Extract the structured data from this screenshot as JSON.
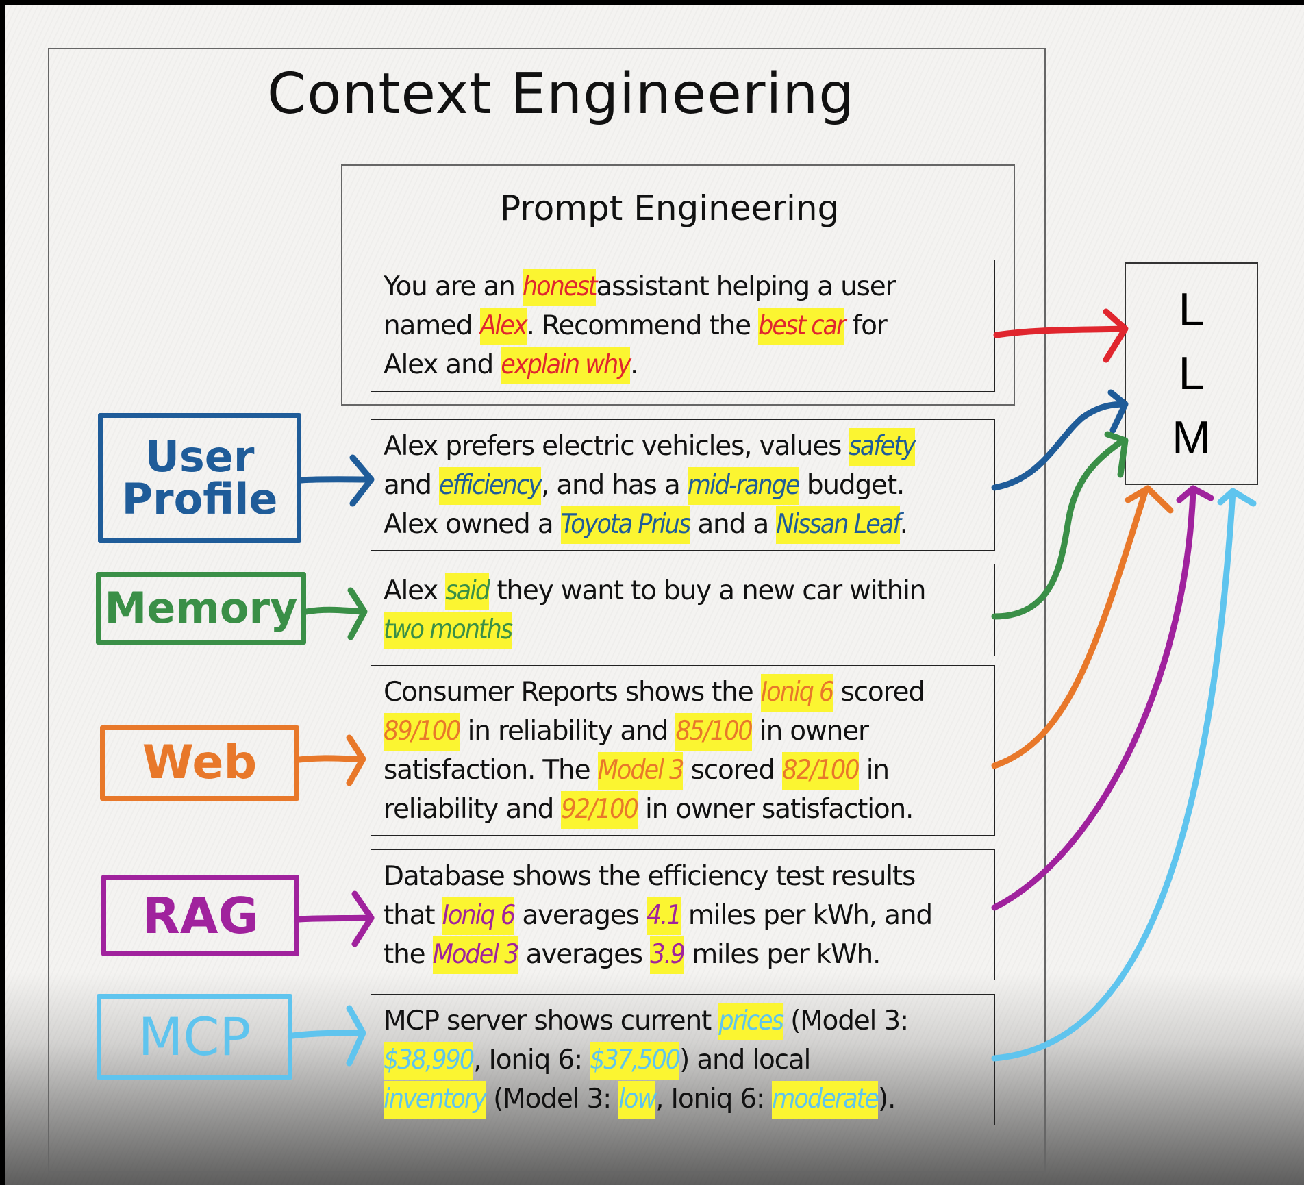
{
  "title": "Context Engineering",
  "prompt_section": {
    "title": "Prompt Engineering",
    "segments": [
      {
        "t": "You are an "
      },
      {
        "t": "honest",
        "hl": true
      },
      {
        "t": "assistant helping a user"
      },
      {
        "br": true
      },
      {
        "t": "named "
      },
      {
        "t": "Alex",
        "hl": true
      },
      {
        "t": ". Recommend the "
      },
      {
        "t": "best car",
        "hl": true
      },
      {
        "t": " for"
      },
      {
        "br": true
      },
      {
        "t": "Alex and "
      },
      {
        "t": "explain why",
        "hl": true
      },
      {
        "t": "."
      }
    ]
  },
  "llm": {
    "letters": [
      "L",
      "L",
      "M"
    ]
  },
  "sources": [
    {
      "label": "User Profile",
      "color": "#1f5c99",
      "segments": [
        {
          "t": "Alex prefers electric vehicles, values "
        },
        {
          "t": "safety",
          "hl": true
        },
        {
          "br": true
        },
        {
          "t": "and "
        },
        {
          "t": "efficiency",
          "hl": true
        },
        {
          "t": ", and has a "
        },
        {
          "t": "mid-range",
          "hl": true
        },
        {
          "t": " budget."
        },
        {
          "br": true
        },
        {
          "t": "Alex owned a "
        },
        {
          "t": "Toyota Prius",
          "hl": true
        },
        {
          "t": " and a "
        },
        {
          "t": "Nissan Leaf",
          "hl": true
        },
        {
          "t": "."
        }
      ]
    },
    {
      "label": "Memory",
      "color": "#3a8f47",
      "segments": [
        {
          "t": "Alex "
        },
        {
          "t": "said",
          "hl": true
        },
        {
          "t": " they want to buy a new car within"
        },
        {
          "br": true
        },
        {
          "t": "two months",
          "hl": true
        }
      ]
    },
    {
      "label": "Web",
      "color": "#e8782a",
      "segments": [
        {
          "t": "Consumer Reports shows the "
        },
        {
          "t": "Ioniq 6",
          "hl": true
        },
        {
          "t": " scored"
        },
        {
          "br": true
        },
        {
          "t": "89/100",
          "hl": true
        },
        {
          "t": " in reliability and "
        },
        {
          "t": "85/100",
          "hl": true
        },
        {
          "t": " in owner"
        },
        {
          "br": true
        },
        {
          "t": "satisfaction. The "
        },
        {
          "t": "Model 3",
          "hl": true
        },
        {
          "t": " scored "
        },
        {
          "t": "82/100",
          "hl": true
        },
        {
          "t": " in"
        },
        {
          "br": true
        },
        {
          "t": "reliability and "
        },
        {
          "t": "92/100",
          "hl": true
        },
        {
          "t": " in owner satisfaction."
        }
      ]
    },
    {
      "label": "RAG",
      "color": "#a0229d",
      "segments": [
        {
          "t": "Database shows the efficiency test results"
        },
        {
          "br": true
        },
        {
          "t": "that "
        },
        {
          "t": "Ioniq 6",
          "hl": true
        },
        {
          "t": " averages "
        },
        {
          "t": "4.1",
          "hl": true
        },
        {
          "t": " miles per kWh, and"
        },
        {
          "br": true
        },
        {
          "t": "the "
        },
        {
          "t": "Model 3",
          "hl": true
        },
        {
          "t": " averages "
        },
        {
          "t": "3.9",
          "hl": true
        },
        {
          "t": " miles per kWh."
        }
      ]
    },
    {
      "label": "MCP",
      "color": "#5fc4ee",
      "segments": [
        {
          "t": "MCP server shows current "
        },
        {
          "t": "prices",
          "hl": true
        },
        {
          "t": " (Model 3:"
        },
        {
          "br": true
        },
        {
          "t": "$38,990",
          "hl": true
        },
        {
          "t": ", Ioniq 6: "
        },
        {
          "t": "$37,500",
          "hl": true
        },
        {
          "t": ") and local"
        },
        {
          "br": true
        },
        {
          "t": "inventory",
          "hl": true
        },
        {
          "t": " (Model 3: "
        },
        {
          "t": "low",
          "hl": true
        },
        {
          "t": ", Ioniq 6: "
        },
        {
          "t": "moderate",
          "hl": true
        },
        {
          "t": ")."
        }
      ]
    }
  ],
  "colors": {
    "prompt_accent": "#e0262e",
    "highlight": "#fbf531",
    "text": "#111111"
  }
}
